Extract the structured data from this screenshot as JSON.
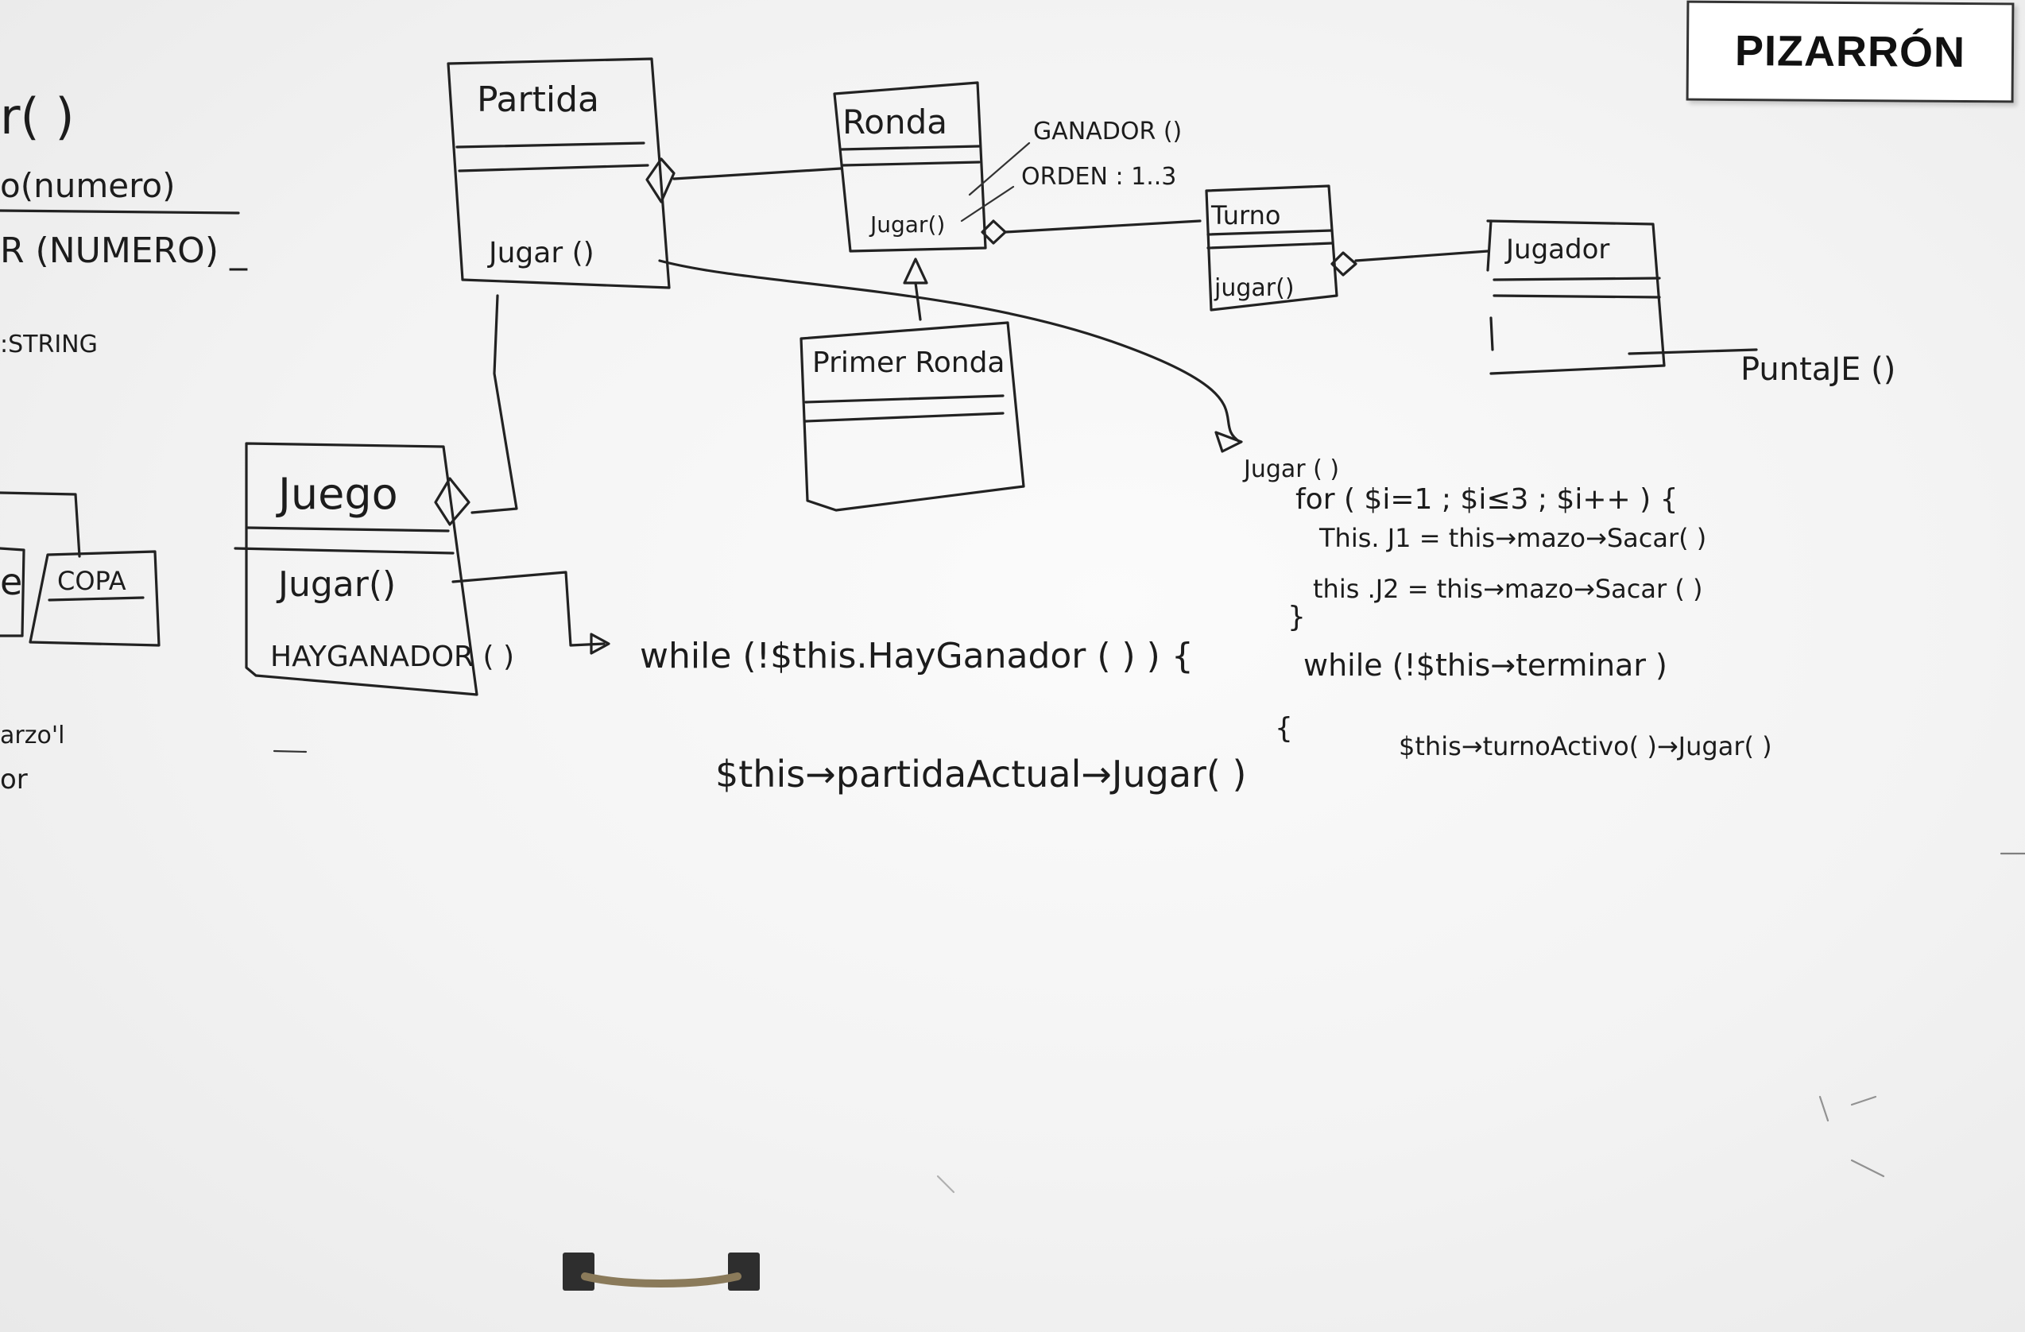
{
  "sign": {
    "text": "PIZARRÓN"
  },
  "classes": {
    "partida": {
      "name": "Partida",
      "method": "Jugar ()"
    },
    "ronda": {
      "name": "Ronda",
      "method": "Jugar()"
    },
    "turno": {
      "name": "Turno",
      "method": "jugar()"
    },
    "jugador": {
      "name": "Jugador"
    },
    "primer_ronda": {
      "name": "Primer Ronda"
    },
    "juego": {
      "name": "Juego",
      "method1": "Jugar()",
      "method2": "HAYGANADOR ( )"
    },
    "copa": {
      "name": "COPA"
    }
  },
  "annotations": {
    "ganador": "GANADOR ()",
    "orden": "ORDEN : 1..3",
    "puntaje": "PuntaJE ()"
  },
  "left_fragments": {
    "f1": "r( )",
    "f2": "o(numero)",
    "f3": "R (NUMERO) _",
    "f4": ":STRING",
    "f5": "e",
    "f6": "arzo'l",
    "f7": "or"
  },
  "code_ronda": {
    "l1": "Jugar ( )",
    "l2": "for ( $i=1 ; $i≤3 ; $i++ ) {",
    "l3": "This. J1 = this→mazo→Sacar( )",
    "l4": "this .J2 = this→mazo→Sacar ( )",
    "l5": "}",
    "l6": "while (!$this→terminar )",
    "l7": "{",
    "l8": "$this→turnoActivo( )→Jugar( )"
  },
  "code_juego": {
    "l1": "while (!$this.HayGanador ( ) ) {",
    "l2": "$this→partidaActual→Jugar( )"
  }
}
